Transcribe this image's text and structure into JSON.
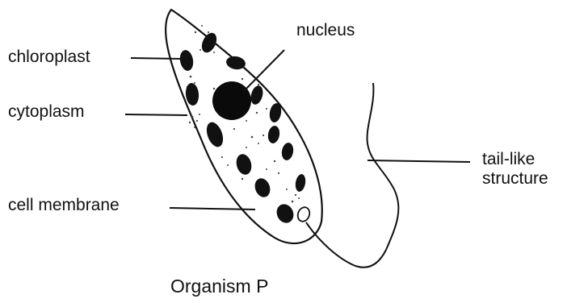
{
  "labels": {
    "chloroplast": "chloroplast",
    "cytoplasm": "cytoplasm",
    "cell_membrane": "cell membrane",
    "nucleus": "nucleus",
    "tail_line1": "tail-like",
    "tail_line2": "structure"
  },
  "caption": "Organism P",
  "colors": {
    "ink": "#111111",
    "background": "#ffffff"
  }
}
